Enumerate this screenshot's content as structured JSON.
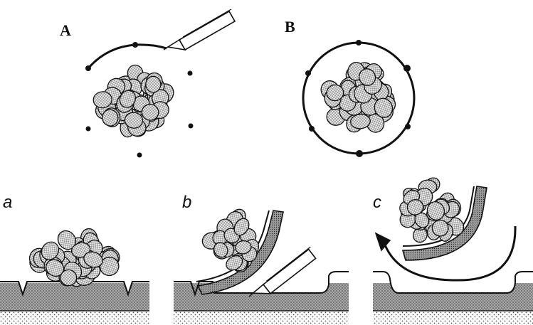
{
  "labels": {
    "A": "A",
    "B": "B",
    "a": "a",
    "b": "b",
    "c": "c"
  },
  "colors": {
    "ink": "#111111",
    "cell_fill": "#e2e2e2",
    "tissue": "#8a8a8a",
    "substrate": "#d8d8d8",
    "film": "#777777"
  },
  "icons": {
    "micropipette": "micropipette-icon",
    "cell": "cell-icon",
    "arrow": "curved-arrow-icon"
  }
}
